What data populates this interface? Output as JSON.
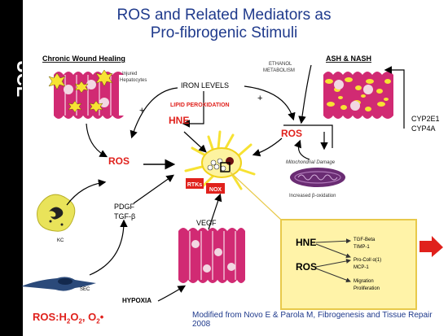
{
  "slide": {
    "title_line1": "ROS and Related Mediators as",
    "title_line2": "Pro-fibrogenic Stimuli",
    "logo_text": "UCL"
  },
  "panels": {
    "chronic_wound_healing": "Chronic Wound Healing",
    "injured_hepatocytes_1": "Injured",
    "injured_hepatocytes_2": "Hepatocytes",
    "ash_nash": "ASH & NASH",
    "ethanol_1": "ETHANOL",
    "ethanol_2": "METABOLISM",
    "cyp1": "CYP2E1",
    "cyp2": "CYP4A"
  },
  "labels": {
    "iron_levels": "IRON LEVELS",
    "lipid_peroxidation": "LIPID PEROXIDATION",
    "hne": "HNE",
    "ros_left": "ROS",
    "ros_right": "ROS",
    "plus": "+",
    "mito_damage": "Mitochondrial Damage",
    "beta_ox": "Increased β-oxidation",
    "rtks": "RTKs",
    "nox": "NOX",
    "pdgf": "PDGF",
    "tgfb": "TGF-β",
    "kc": "KC",
    "sec": "SEC",
    "vegf": "VEGF",
    "hypoxia": "HYPOXIA"
  },
  "inset": {
    "hne": "HNE",
    "ros": "ROS",
    "t1": "TGF-Beta",
    "t2": "TIMP-1",
    "t3": "Pro-Coll α(1)",
    "t4": "MCP-1",
    "t5": "Migration",
    "t6": "Proliferation"
  },
  "footer": {
    "ros_def_prefix": "ROS:",
    "ros_def_h": "H",
    "ros_def_2a": "2",
    "ros_def_o": "O",
    "ros_def_2b": "2",
    "ros_def_comma": ", O",
    "ros_def_2c": "2",
    "credit": "Modified from Novo E & Parola M, Fibrogenesis and Tissue Repair 2008"
  },
  "colors": {
    "title_blue": "#1f3a8c",
    "red": "#e0211c",
    "magenta": "#d12a73",
    "yellow": "#f7e233",
    "inset_bg": "#fff3a8",
    "inset_border": "#e8c94a"
  }
}
